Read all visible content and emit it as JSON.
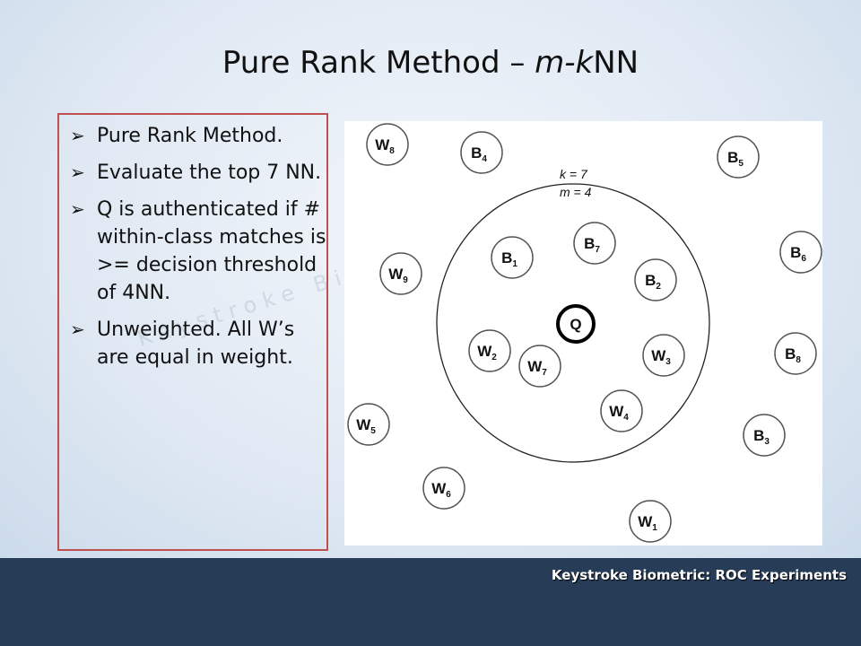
{
  "title": {
    "main": "Pure Rank Method – ",
    "italic": "m-k",
    "tail": "NN"
  },
  "bullets": [
    "Pure Rank Method.",
    "Evaluate the top 7 NN.",
    "Q is authenticated if  # within-class matches is >= decision threshold of 4NN.",
    "Unweighted.  All W’s are equal in weight."
  ],
  "watermark": "Keystroke Biom",
  "diagram": {
    "params": {
      "k": "k = 7",
      "m": "m = 4"
    },
    "query": "Q",
    "nodes": [
      {
        "id": "w8",
        "base": "W",
        "sub": "8"
      },
      {
        "id": "b4",
        "base": "B",
        "sub": "4"
      },
      {
        "id": "b5",
        "base": "B",
        "sub": "5"
      },
      {
        "id": "b6",
        "base": "B",
        "sub": "6"
      },
      {
        "id": "w9",
        "base": "W",
        "sub": "9"
      },
      {
        "id": "b1",
        "base": "B",
        "sub": "1"
      },
      {
        "id": "b7",
        "base": "B",
        "sub": "7"
      },
      {
        "id": "b2",
        "base": "B",
        "sub": "2"
      },
      {
        "id": "w2",
        "base": "W",
        "sub": "2"
      },
      {
        "id": "w7",
        "base": "W",
        "sub": "7"
      },
      {
        "id": "w3",
        "base": "W",
        "sub": "3"
      },
      {
        "id": "b8",
        "base": "B",
        "sub": "8"
      },
      {
        "id": "w4",
        "base": "W",
        "sub": "4"
      },
      {
        "id": "w5",
        "base": "W",
        "sub": "5"
      },
      {
        "id": "b3",
        "base": "B",
        "sub": "3"
      },
      {
        "id": "w6",
        "base": "W",
        "sub": "6"
      },
      {
        "id": "w1",
        "base": "W",
        "sub": "1"
      }
    ]
  },
  "footer": "Keystroke Biometric: ROC Experiments"
}
